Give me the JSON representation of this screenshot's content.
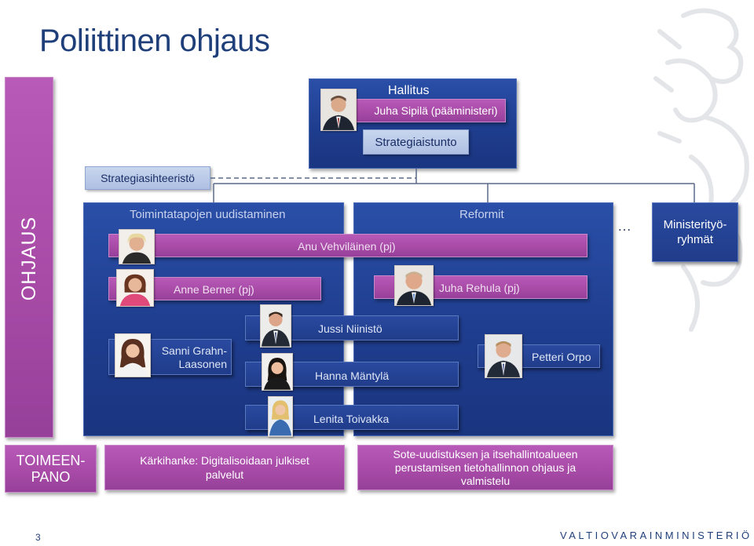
{
  "title": "Poliittinen ohjaus",
  "left_band": {
    "ohjaus": "OHJAUS",
    "toimeenpano": "TOIMEEN-PANO"
  },
  "hallitus": {
    "label": "Hallitus",
    "pm": "Juha Sipilä (pääministeri)",
    "strategiaistunto": "Strategiaistunto"
  },
  "strategiasihteeristo": "Strategiasihteeristö",
  "left_group": {
    "header": "Toimintatapojen uudistaminen",
    "anne": "Anne Berner (pj)",
    "sanni": "Sanni Grahn-Laasonen"
  },
  "right_group": {
    "header": "Reformit",
    "juha_rehula": "Juha Rehula (pj)",
    "petteri": "Petteri Orpo"
  },
  "anu": "Anu Vehviläinen (pj)",
  "center_people": {
    "jussi": "Jussi Niinistö",
    "hanna": "Hanna Mäntylä",
    "lenita": "Lenita Toivakka"
  },
  "ellipsis": "…",
  "ministeriotyoryhmat": "Ministerityö-ryhmät",
  "bottom": {
    "karkihanke": "Kärkihanke: Digitalisoidaan julkiset palvelut",
    "sote": "Sote-uudistuksen ja itsehallintoalueen perustamisen tietohallinnon ohjaus ja valmistelu"
  },
  "footer": {
    "page": "3",
    "brand": "VALTIOVARAINMINISTERIÖ"
  },
  "colors": {
    "navy": "#1f3d8e",
    "magenta": "#a64aa6",
    "title": "#1f3f7a"
  }
}
